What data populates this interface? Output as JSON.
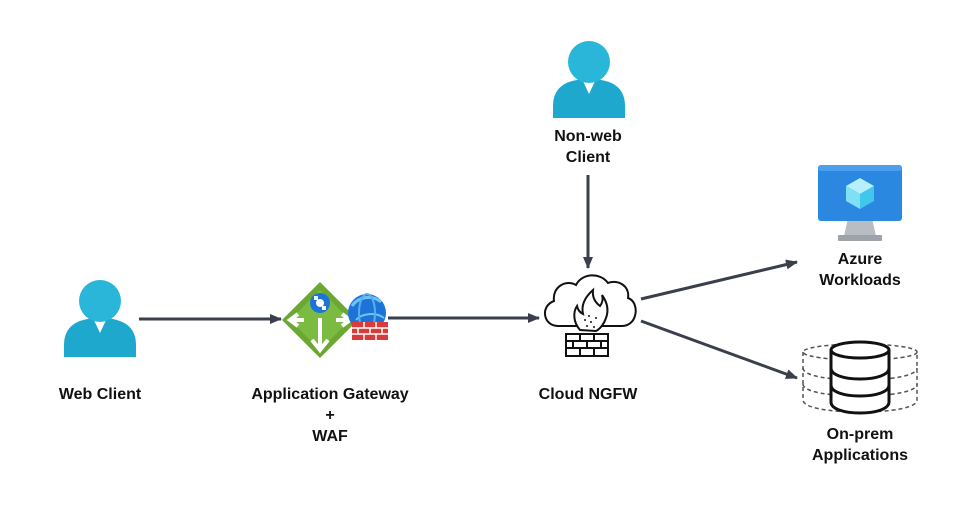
{
  "colors": {
    "arrow": "#3a3f4b",
    "user_head": "#29b6d8",
    "user_body": "#1fa8ce",
    "gateway_green": "#6aa832",
    "globe_blue": "#1e73d8",
    "wall_red": "#d93a3a",
    "monitor_blue": "#2a88e0",
    "cube_cyan": "#7fe0f5"
  },
  "icons": {
    "web_client": "user-icon",
    "non_web_client": "user-icon",
    "gateway": "application-gateway-icon",
    "waf": "waf-globe-firewall-icon",
    "ngfw": "cloud-firewall-icon",
    "azure": "virtual-machine-monitor-icon",
    "onprem": "database-storage-icon"
  },
  "nodes": {
    "web_client": {
      "lines": [
        "Web Client"
      ]
    },
    "gateway": {
      "lines": [
        "Application Gateway",
        "+",
        "WAF"
      ]
    },
    "ngfw": {
      "lines": [
        "Cloud NGFW"
      ]
    },
    "non_web_client": {
      "lines": [
        "Non-web",
        "Client"
      ]
    },
    "azure": {
      "lines": [
        "Azure",
        "Workloads"
      ]
    },
    "onprem": {
      "lines": [
        "On-prem",
        "Applications"
      ]
    }
  }
}
